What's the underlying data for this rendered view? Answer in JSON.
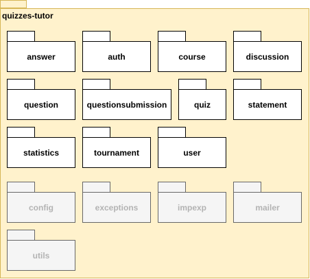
{
  "container": {
    "title": "quizzes-tutor"
  },
  "packages": {
    "answer": "answer",
    "auth": "auth",
    "course": "course",
    "discussion": "discussion",
    "question": "question",
    "questionsubmission": "questionsubmission",
    "quiz": "quiz",
    "statement": "statement",
    "statistics": "statistics",
    "tournament": "tournament",
    "user": "user"
  },
  "external_packages": {
    "config": "config",
    "exceptions": "exceptions",
    "impexp": "impexp",
    "mailer": "mailer",
    "utils": "utils"
  },
  "colors": {
    "container_fill": "#fff2cc",
    "container_stroke": "#d6b656",
    "package_fill": "#ffffff",
    "package_stroke": "#000000",
    "external_fill": "#f5f5f5",
    "external_stroke": "#666666",
    "external_text": "#b3b3b3"
  }
}
